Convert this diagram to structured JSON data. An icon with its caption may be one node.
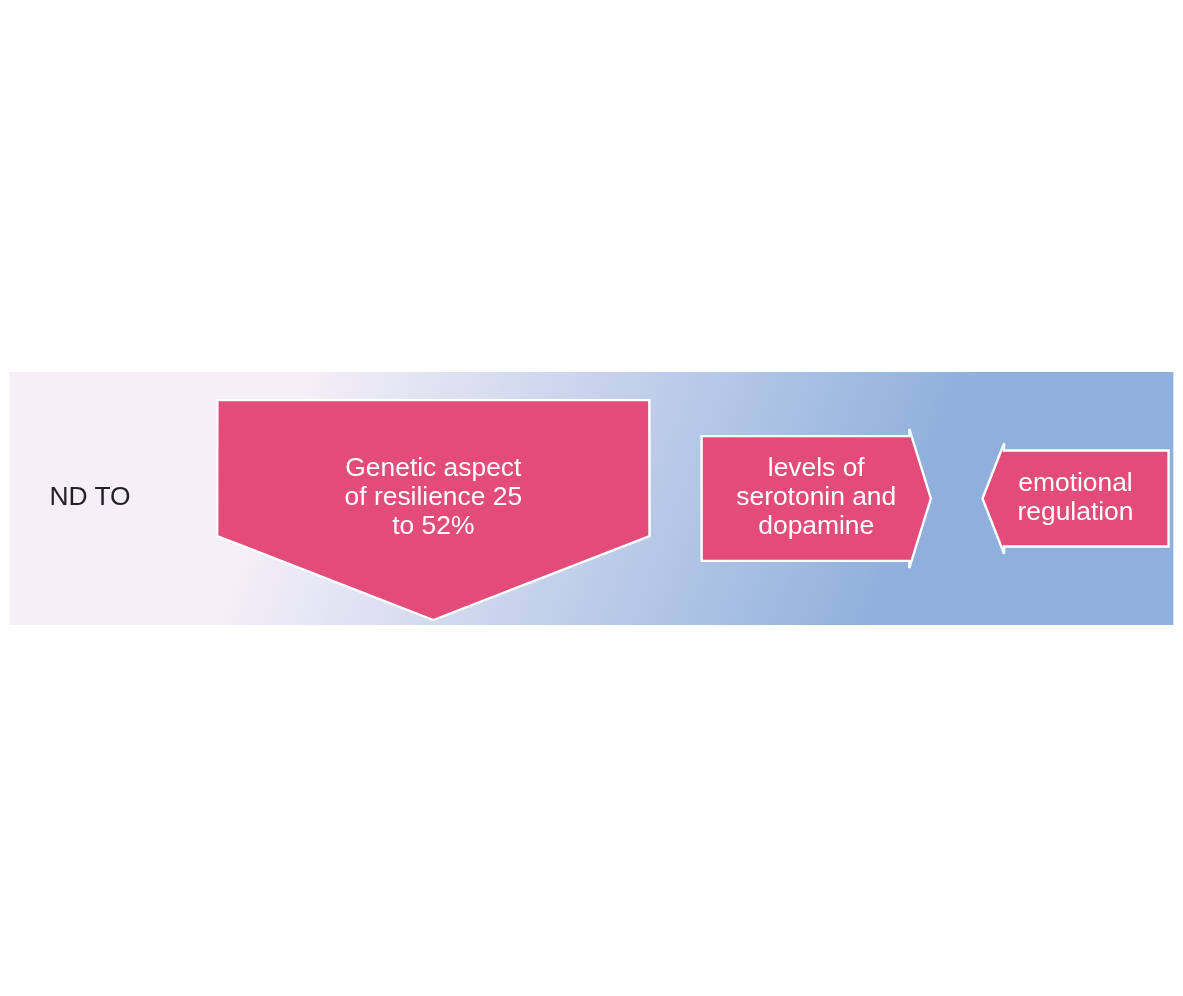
{
  "diagram": {
    "nodes": [
      {
        "text": [
          "Genetic aspect of resilience 25 to 52%"
        ]
      },
      {
        "text": [
          "levels of serotonin and dopamine"
        ]
      },
      {
        "text": [
          "emotional regulation"
        ]
      }
    ],
    "labels": [
      "ND TO"
    ]
  }
}
